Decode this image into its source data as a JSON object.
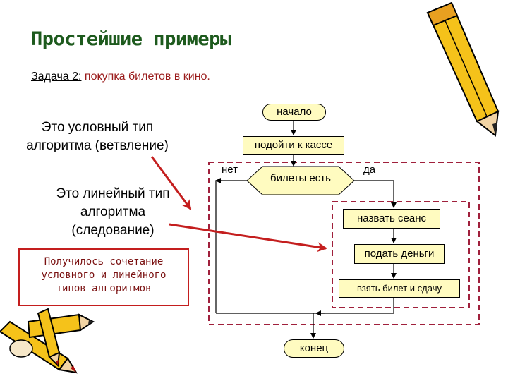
{
  "title": "Простейшие примеры",
  "task": {
    "label": "Задача 2:",
    "text": " покупка билетов в кино."
  },
  "notes": {
    "branching": [
      "Это условный тип",
      "алгоритма (ветвление)"
    ],
    "linear": [
      "Это линейный тип",
      "алгоритма",
      "(следование)"
    ],
    "result": [
      "Получилось сочетание",
      "условного и линейного",
      "типов алгоритмов"
    ]
  },
  "flowchart": {
    "start": "начало",
    "go_to_cashier": "подойти к кассе",
    "condition": "билеты есть",
    "no": "нет",
    "yes": "да",
    "name_session": "назвать сеанс",
    "pay": "подать деньги",
    "take": "взять билет и сдачу",
    "end": "конец"
  },
  "colors": {
    "title": "#1d5a1d",
    "arrow": "#c41e1e",
    "frame": "#a0203c",
    "box_fill": "#fffbc0"
  },
  "icons": [
    "pencil-icon",
    "pencils-icon"
  ]
}
